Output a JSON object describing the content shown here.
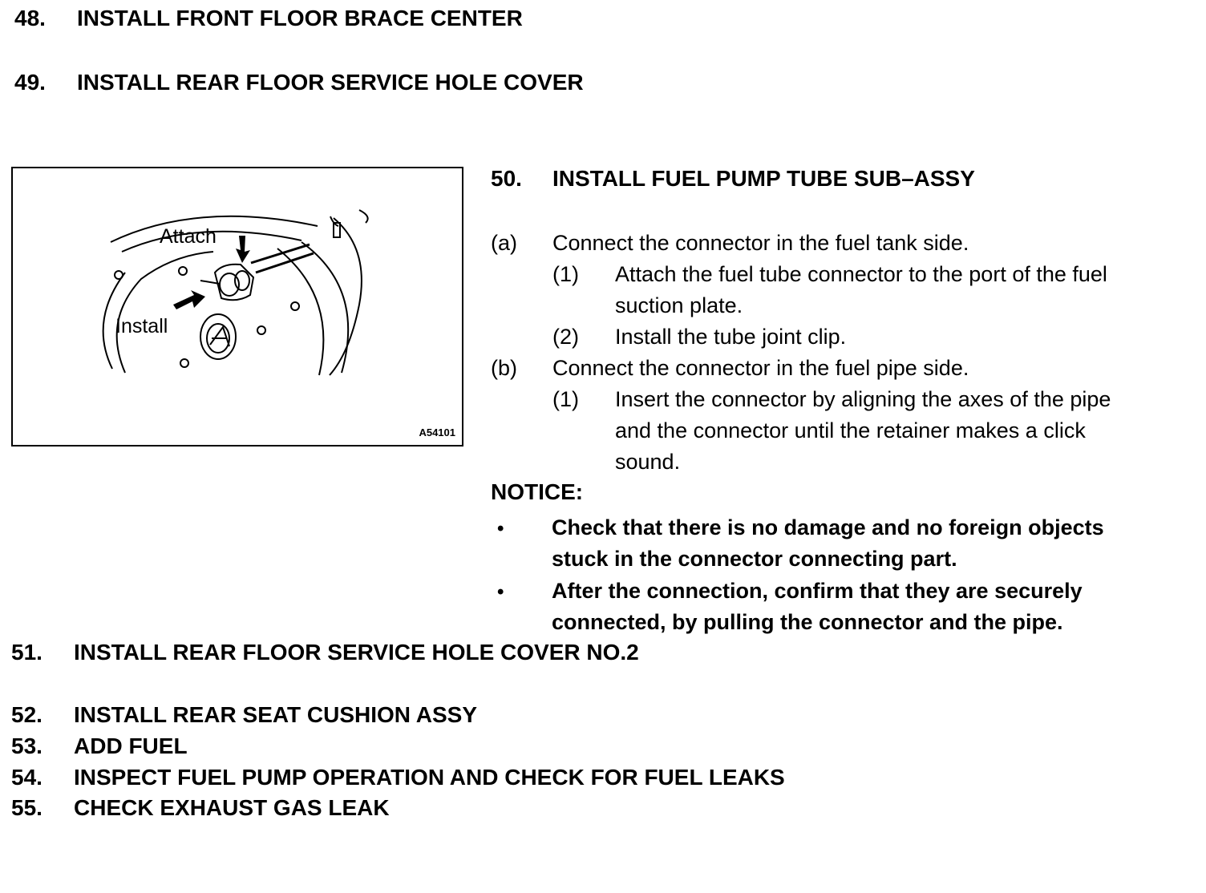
{
  "steps_top": [
    {
      "num": "48.",
      "text": "INSTALL FRONT FLOOR BRACE CENTER"
    },
    {
      "num": "49.",
      "text": "INSTALL REAR FLOOR SERVICE HOLE COVER"
    }
  ],
  "step50": {
    "num": "50.",
    "text": "INSTALL FUEL PUMP TUBE SUB–ASSY"
  },
  "figure": {
    "attach_label": "Attach",
    "install_label": "Install",
    "code": "A54101"
  },
  "procedure": {
    "a_mark": "(a)",
    "a_text": "Connect the connector in the fuel tank side.",
    "a1_mark": "(1)",
    "a1_line1": "Attach the fuel tube connector to the port of the fuel",
    "a1_line2": "suction plate.",
    "a2_mark": "(2)",
    "a2_text": "Install the tube joint clip.",
    "b_mark": "(b)",
    "b_text": "Connect the connector in the fuel pipe side.",
    "b1_mark": "(1)",
    "b1_line1": "Insert the connector by aligning the axes of the pipe",
    "b1_line2": "and the connector until the retainer makes a click",
    "b1_line3": "sound."
  },
  "notice": {
    "title": "NOTICE:",
    "bullet": "•",
    "item1_line1": "Check that there is no damage and no foreign objects",
    "item1_line2": "stuck in the connector connecting part.",
    "item2_line1": "After the connection, confirm that they are securely",
    "item2_line2": "connected, by pulling the connector and the pipe."
  },
  "steps_bottom": [
    {
      "num": "51.",
      "text": "INSTALL REAR FLOOR SERVICE HOLE COVER NO.2"
    },
    {
      "num": "52.",
      "text": "INSTALL REAR SEAT CUSHION ASSY"
    },
    {
      "num": "53.",
      "text": "ADD FUEL"
    },
    {
      "num": "54.",
      "text": "INSPECT FUEL PUMP OPERATION AND CHECK FOR FUEL LEAKS"
    },
    {
      "num": "55.",
      "text": "CHECK EXHAUST GAS LEAK"
    }
  ]
}
